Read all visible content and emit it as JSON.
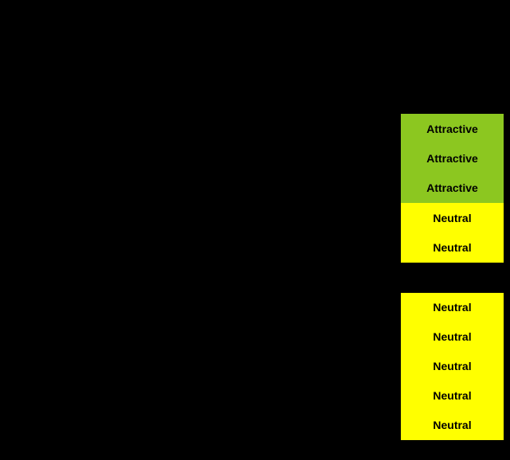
{
  "screen": {
    "background": "#000000"
  },
  "colors": {
    "attractive": "#8CC720",
    "neutral": "#FFFF00",
    "cell_text": "#000000",
    "background": "#000000"
  },
  "rating_column": {
    "top_block": {
      "cells": [
        {
          "label": "Attractive",
          "status": "attractive"
        },
        {
          "label": "Attractive",
          "status": "attractive"
        },
        {
          "label": "Attractive",
          "status": "attractive"
        },
        {
          "label": "Neutral",
          "status": "neutral"
        },
        {
          "label": "Neutral",
          "status": "neutral"
        }
      ]
    },
    "bottom_block": {
      "cells": [
        {
          "label": "Neutral",
          "status": "neutral"
        },
        {
          "label": "Neutral",
          "status": "neutral"
        },
        {
          "label": "Neutral",
          "status": "neutral"
        },
        {
          "label": "Neutral",
          "status": "neutral"
        },
        {
          "label": "Neutral",
          "status": "neutral"
        }
      ]
    }
  }
}
